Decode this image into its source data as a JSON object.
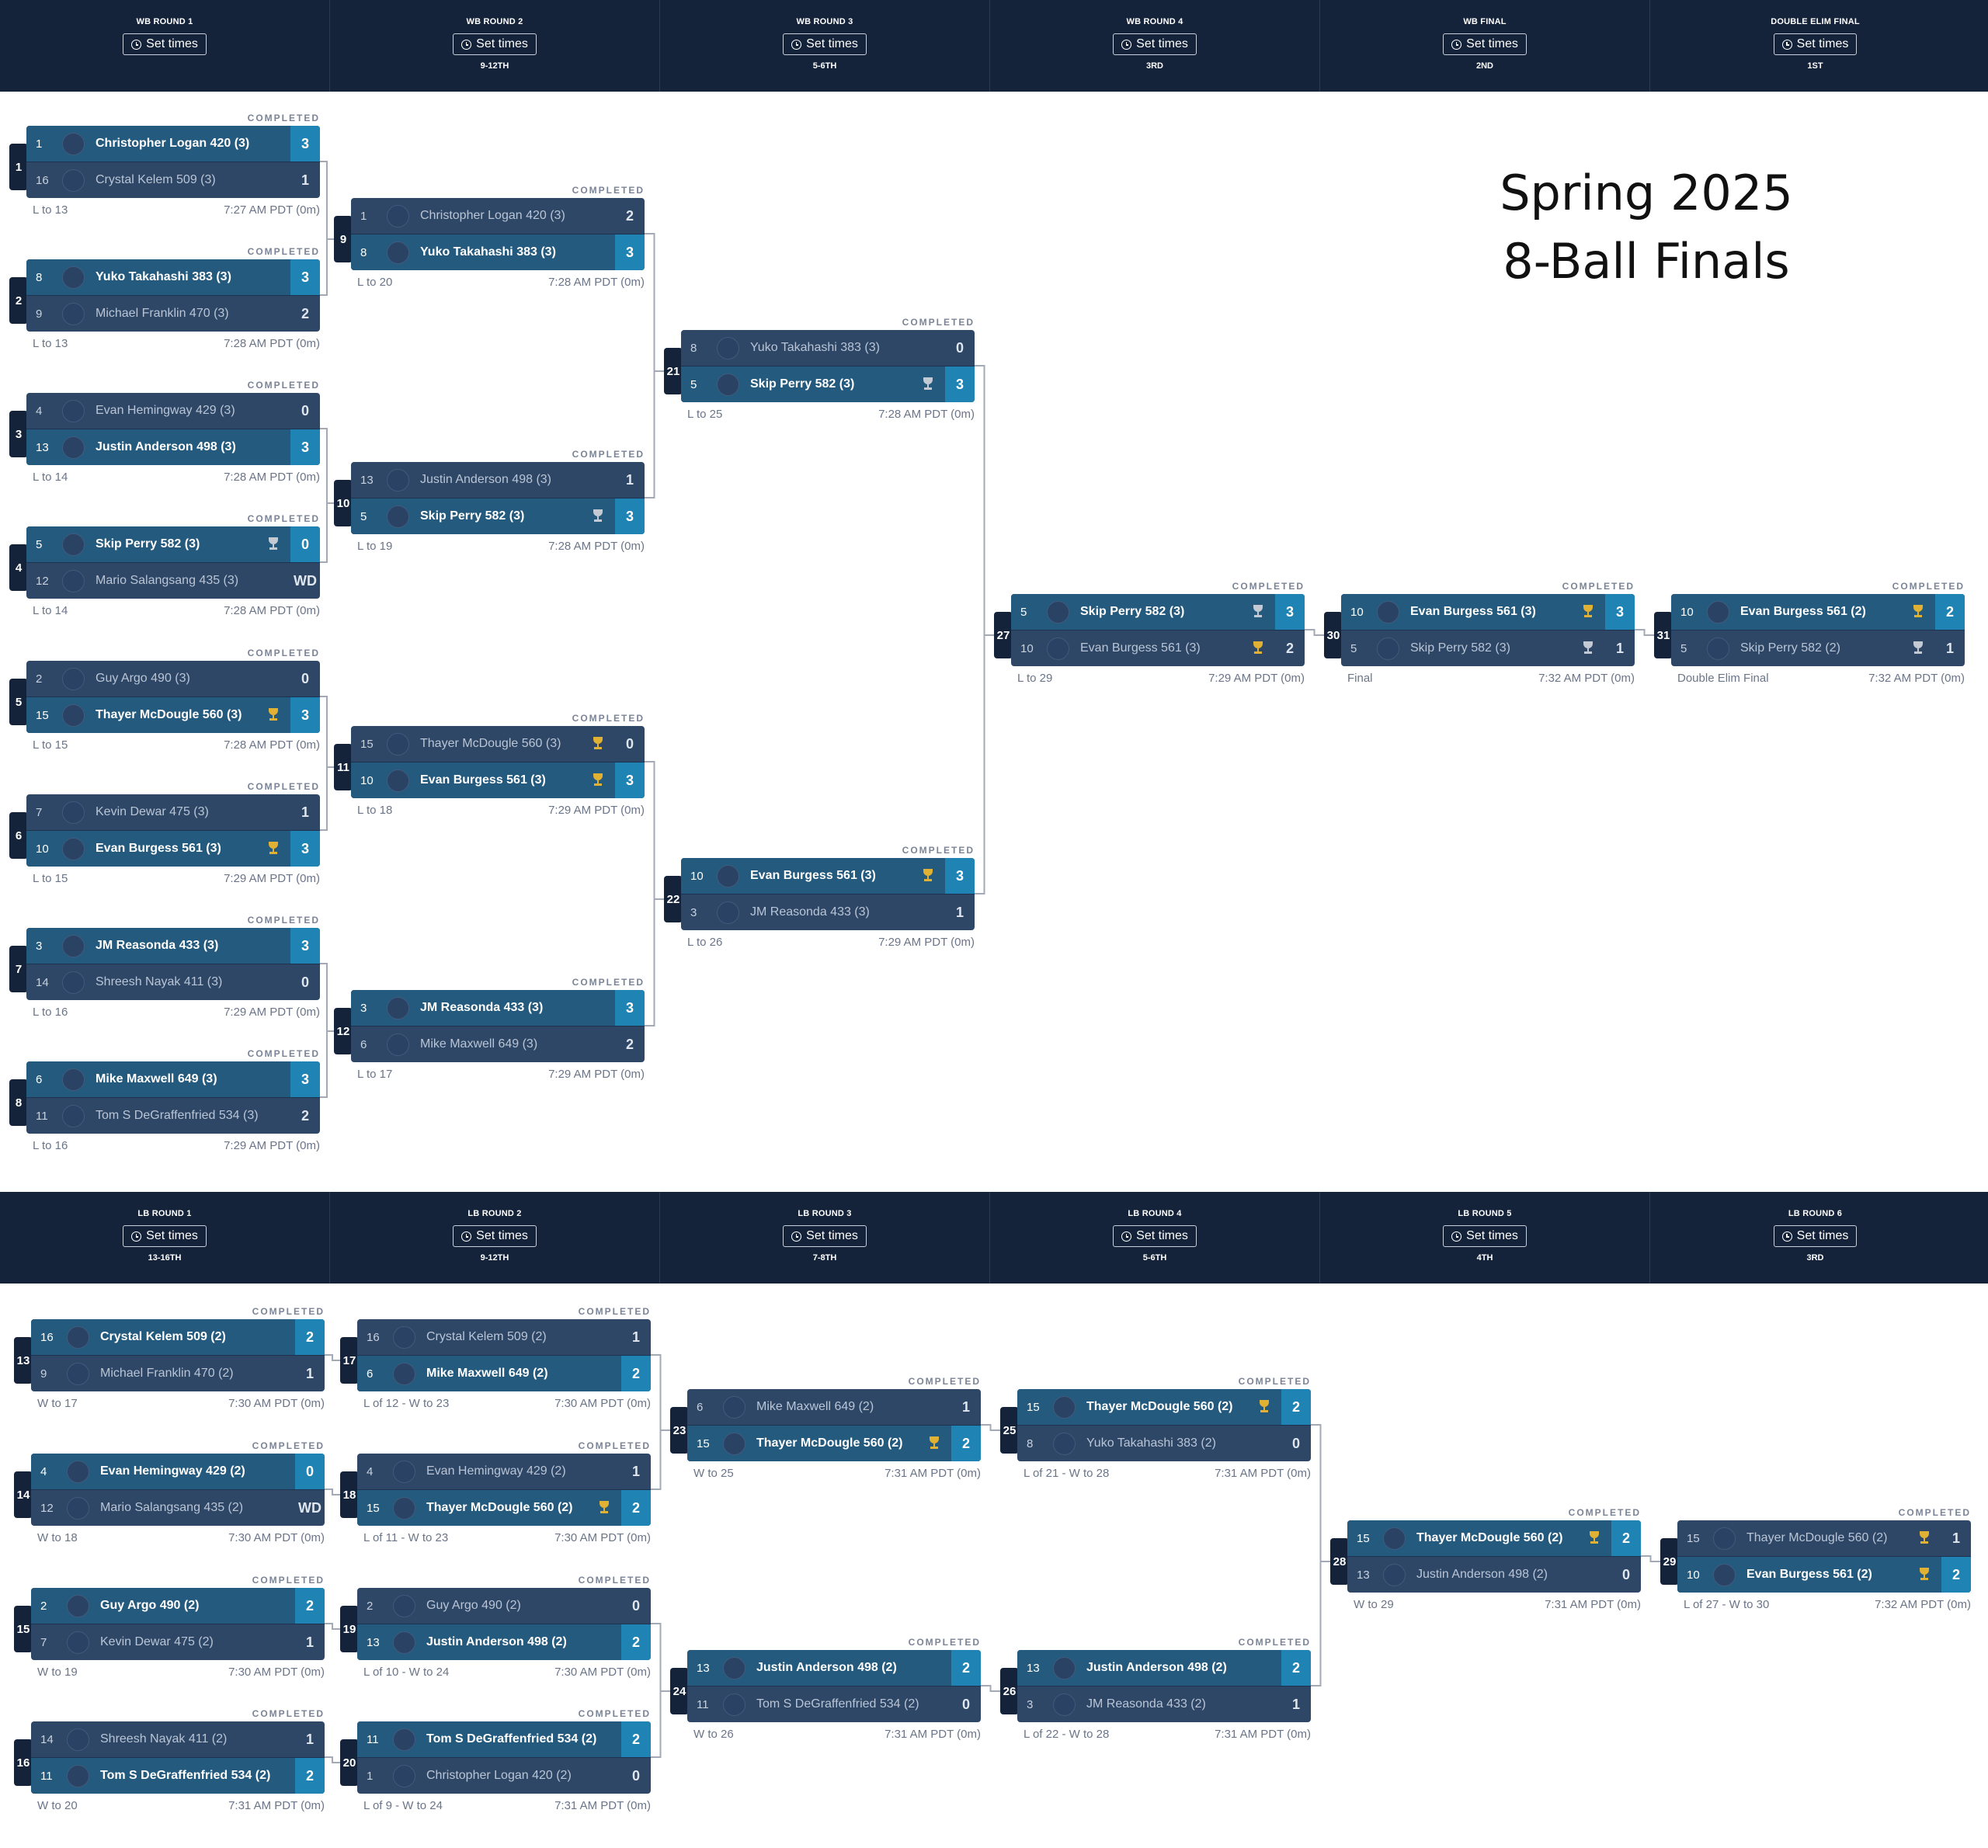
{
  "title": [
    "Spring 2025",
    "8-Ball Finals"
  ],
  "set_times_label": "Set times",
  "completed_label": "COMPLETED",
  "headers": {
    "wb": [
      {
        "name": "WB ROUND 1",
        "place": ""
      },
      {
        "name": "WB ROUND 2",
        "place": "9-12TH"
      },
      {
        "name": "WB ROUND 3",
        "place": "5-6TH"
      },
      {
        "name": "WB ROUND 4",
        "place": "3RD"
      },
      {
        "name": "WB FINAL",
        "place": "2ND"
      },
      {
        "name": "DOUBLE ELIM FINAL",
        "place": "1ST"
      }
    ],
    "lb": [
      {
        "name": "LB ROUND 1",
        "place": "13-16TH"
      },
      {
        "name": "LB ROUND 2",
        "place": "9-12TH"
      },
      {
        "name": "LB ROUND 3",
        "place": "7-8TH"
      },
      {
        "name": "LB ROUND 4",
        "place": "5-6TH"
      },
      {
        "name": "LB ROUND 5",
        "place": "4TH"
      },
      {
        "name": "LB ROUND 6",
        "place": "3RD"
      }
    ]
  },
  "matches": [
    {
      "id": "1",
      "footer": "L to 13",
      "time": "7:27 AM PDT (0m)",
      "players": [
        {
          "seed": "1",
          "name": "Christopher Logan 420 (3)",
          "score": "3",
          "win": true,
          "trophy": ""
        },
        {
          "seed": "16",
          "name": "Crystal Kelem 509 (3)",
          "score": "1",
          "win": false,
          "trophy": ""
        }
      ]
    },
    {
      "id": "2",
      "footer": "L to 13",
      "time": "7:28 AM PDT (0m)",
      "players": [
        {
          "seed": "8",
          "name": "Yuko Takahashi 383 (3)",
          "score": "3",
          "win": true,
          "trophy": ""
        },
        {
          "seed": "9",
          "name": "Michael Franklin 470 (3)",
          "score": "2",
          "win": false,
          "trophy": ""
        }
      ]
    },
    {
      "id": "3",
      "footer": "L to 14",
      "time": "7:28 AM PDT (0m)",
      "players": [
        {
          "seed": "4",
          "name": "Evan Hemingway 429 (3)",
          "score": "0",
          "win": false,
          "trophy": ""
        },
        {
          "seed": "13",
          "name": "Justin Anderson 498 (3)",
          "score": "3",
          "win": true,
          "trophy": ""
        }
      ]
    },
    {
      "id": "4",
      "footer": "L to 14",
      "time": "7:28 AM PDT (0m)",
      "players": [
        {
          "seed": "5",
          "name": "Skip Perry 582 (3)",
          "score": "0",
          "win": true,
          "trophy": "silver"
        },
        {
          "seed": "12",
          "name": "Mario Salangsang 435 (3)",
          "score": "WD",
          "win": false,
          "trophy": ""
        }
      ]
    },
    {
      "id": "5",
      "footer": "L to 15",
      "time": "7:28 AM PDT (0m)",
      "players": [
        {
          "seed": "2",
          "name": "Guy Argo 490 (3)",
          "score": "0",
          "win": false,
          "trophy": ""
        },
        {
          "seed": "15",
          "name": "Thayer McDougle 560 (3)",
          "score": "3",
          "win": true,
          "trophy": "gold"
        }
      ]
    },
    {
      "id": "6",
      "footer": "L to 15",
      "time": "7:29 AM PDT (0m)",
      "players": [
        {
          "seed": "7",
          "name": "Kevin Dewar 475 (3)",
          "score": "1",
          "win": false,
          "trophy": ""
        },
        {
          "seed": "10",
          "name": "Evan Burgess 561 (3)",
          "score": "3",
          "win": true,
          "trophy": "gold"
        }
      ]
    },
    {
      "id": "7",
      "footer": "L to 16",
      "time": "7:29 AM PDT (0m)",
      "players": [
        {
          "seed": "3",
          "name": "JM Reasonda 433 (3)",
          "score": "3",
          "win": true,
          "trophy": ""
        },
        {
          "seed": "14",
          "name": "Shreesh Nayak 411 (3)",
          "score": "0",
          "win": false,
          "trophy": ""
        }
      ]
    },
    {
      "id": "8",
      "footer": "L to 16",
      "time": "7:29 AM PDT (0m)",
      "players": [
        {
          "seed": "6",
          "name": "Mike Maxwell 649 (3)",
          "score": "3",
          "win": true,
          "trophy": ""
        },
        {
          "seed": "11",
          "name": "Tom S DeGraffenfried 534 (3)",
          "score": "2",
          "win": false,
          "trophy": ""
        }
      ]
    },
    {
      "id": "9",
      "footer": "L to 20",
      "time": "7:28 AM PDT (0m)",
      "players": [
        {
          "seed": "1",
          "name": "Christopher Logan 420 (3)",
          "score": "2",
          "win": false,
          "trophy": ""
        },
        {
          "seed": "8",
          "name": "Yuko Takahashi 383 (3)",
          "score": "3",
          "win": true,
          "trophy": ""
        }
      ]
    },
    {
      "id": "10",
      "footer": "L to 19",
      "time": "7:28 AM PDT (0m)",
      "players": [
        {
          "seed": "13",
          "name": "Justin Anderson 498 (3)",
          "score": "1",
          "win": false,
          "trophy": ""
        },
        {
          "seed": "5",
          "name": "Skip Perry 582 (3)",
          "score": "3",
          "win": true,
          "trophy": "silver"
        }
      ]
    },
    {
      "id": "11",
      "footer": "L to 18",
      "time": "7:29 AM PDT (0m)",
      "players": [
        {
          "seed": "15",
          "name": "Thayer McDougle 560 (3)",
          "score": "0",
          "win": false,
          "trophy": "gold"
        },
        {
          "seed": "10",
          "name": "Evan Burgess 561 (3)",
          "score": "3",
          "win": true,
          "trophy": "gold"
        }
      ]
    },
    {
      "id": "12",
      "footer": "L to 17",
      "time": "7:29 AM PDT (0m)",
      "players": [
        {
          "seed": "3",
          "name": "JM Reasonda 433 (3)",
          "score": "3",
          "win": true,
          "trophy": ""
        },
        {
          "seed": "6",
          "name": "Mike Maxwell 649 (3)",
          "score": "2",
          "win": false,
          "trophy": ""
        }
      ]
    },
    {
      "id": "21",
      "footer": "L to 25",
      "time": "7:28 AM PDT (0m)",
      "players": [
        {
          "seed": "8",
          "name": "Yuko Takahashi 383 (3)",
          "score": "0",
          "win": false,
          "trophy": ""
        },
        {
          "seed": "5",
          "name": "Skip Perry 582 (3)",
          "score": "3",
          "win": true,
          "trophy": "silver"
        }
      ]
    },
    {
      "id": "22",
      "footer": "L to 26",
      "time": "7:29 AM PDT (0m)",
      "players": [
        {
          "seed": "10",
          "name": "Evan Burgess 561 (3)",
          "score": "3",
          "win": true,
          "trophy": "gold"
        },
        {
          "seed": "3",
          "name": "JM Reasonda 433 (3)",
          "score": "1",
          "win": false,
          "trophy": ""
        }
      ]
    },
    {
      "id": "27",
      "footer": "L to 29",
      "time": "7:29 AM PDT (0m)",
      "players": [
        {
          "seed": "5",
          "name": "Skip Perry 582 (3)",
          "score": "3",
          "win": true,
          "trophy": "silver"
        },
        {
          "seed": "10",
          "name": "Evan Burgess 561 (3)",
          "score": "2",
          "win": false,
          "trophy": "gold"
        }
      ]
    },
    {
      "id": "30",
      "footer": "Final",
      "time": "7:32 AM PDT (0m)",
      "players": [
        {
          "seed": "10",
          "name": "Evan Burgess 561 (3)",
          "score": "3",
          "win": true,
          "trophy": "gold"
        },
        {
          "seed": "5",
          "name": "Skip Perry 582 (3)",
          "score": "1",
          "win": false,
          "trophy": "silver"
        }
      ]
    },
    {
      "id": "31",
      "footer": "Double Elim Final",
      "time": "7:32 AM PDT (0m)",
      "players": [
        {
          "seed": "10",
          "name": "Evan Burgess 561 (2)",
          "score": "2",
          "win": true,
          "trophy": "gold"
        },
        {
          "seed": "5",
          "name": "Skip Perry 582 (2)",
          "score": "1",
          "win": false,
          "trophy": "silver"
        }
      ]
    },
    {
      "id": "13",
      "footer": "W to 17",
      "time": "7:30 AM PDT (0m)",
      "players": [
        {
          "seed": "16",
          "name": "Crystal Kelem 509 (2)",
          "score": "2",
          "win": true,
          "trophy": ""
        },
        {
          "seed": "9",
          "name": "Michael Franklin 470 (2)",
          "score": "1",
          "win": false,
          "trophy": ""
        }
      ]
    },
    {
      "id": "14",
      "footer": "W to 18",
      "time": "7:30 AM PDT (0m)",
      "players": [
        {
          "seed": "4",
          "name": "Evan Hemingway 429 (2)",
          "score": "0",
          "win": true,
          "trophy": ""
        },
        {
          "seed": "12",
          "name": "Mario Salangsang 435 (2)",
          "score": "WD",
          "win": false,
          "trophy": ""
        }
      ]
    },
    {
      "id": "15",
      "footer": "W to 19",
      "time": "7:30 AM PDT (0m)",
      "players": [
        {
          "seed": "2",
          "name": "Guy Argo 490 (2)",
          "score": "2",
          "win": true,
          "trophy": ""
        },
        {
          "seed": "7",
          "name": "Kevin Dewar 475 (2)",
          "score": "1",
          "win": false,
          "trophy": ""
        }
      ]
    },
    {
      "id": "16",
      "footer": "W to 20",
      "time": "7:31 AM PDT (0m)",
      "players": [
        {
          "seed": "14",
          "name": "Shreesh Nayak 411 (2)",
          "score": "1",
          "win": false,
          "trophy": ""
        },
        {
          "seed": "11",
          "name": "Tom S DeGraffenfried 534 (2)",
          "score": "2",
          "win": true,
          "trophy": ""
        }
      ]
    },
    {
      "id": "17",
      "footer": "L of 12 - W to 23",
      "time": "7:30 AM PDT (0m)",
      "players": [
        {
          "seed": "16",
          "name": "Crystal Kelem 509 (2)",
          "score": "1",
          "win": false,
          "trophy": ""
        },
        {
          "seed": "6",
          "name": "Mike Maxwell 649 (2)",
          "score": "2",
          "win": true,
          "trophy": ""
        }
      ]
    },
    {
      "id": "18",
      "footer": "L of 11 - W to 23",
      "time": "7:30 AM PDT (0m)",
      "players": [
        {
          "seed": "4",
          "name": "Evan Hemingway 429 (2)",
          "score": "1",
          "win": false,
          "trophy": ""
        },
        {
          "seed": "15",
          "name": "Thayer McDougle 560 (2)",
          "score": "2",
          "win": true,
          "trophy": "gold"
        }
      ]
    },
    {
      "id": "19",
      "footer": "L of 10 - W to 24",
      "time": "7:30 AM PDT (0m)",
      "players": [
        {
          "seed": "2",
          "name": "Guy Argo 490 (2)",
          "score": "0",
          "win": false,
          "trophy": ""
        },
        {
          "seed": "13",
          "name": "Justin Anderson 498 (2)",
          "score": "2",
          "win": true,
          "trophy": ""
        }
      ]
    },
    {
      "id": "20",
      "footer": "L of 9 - W to 24",
      "time": "7:31 AM PDT (0m)",
      "players": [
        {
          "seed": "11",
          "name": "Tom S DeGraffenfried 534 (2)",
          "score": "2",
          "win": true,
          "trophy": ""
        },
        {
          "seed": "1",
          "name": "Christopher Logan 420 (2)",
          "score": "0",
          "win": false,
          "trophy": ""
        }
      ]
    },
    {
      "id": "23",
      "footer": "W to 25",
      "time": "7:31 AM PDT (0m)",
      "players": [
        {
          "seed": "6",
          "name": "Mike Maxwell 649 (2)",
          "score": "1",
          "win": false,
          "trophy": ""
        },
        {
          "seed": "15",
          "name": "Thayer McDougle 560 (2)",
          "score": "2",
          "win": true,
          "trophy": "gold"
        }
      ]
    },
    {
      "id": "24",
      "footer": "W to 26",
      "time": "7:31 AM PDT (0m)",
      "players": [
        {
          "seed": "13",
          "name": "Justin Anderson 498 (2)",
          "score": "2",
          "win": true,
          "trophy": ""
        },
        {
          "seed": "11",
          "name": "Tom S DeGraffenfried 534 (2)",
          "score": "0",
          "win": false,
          "trophy": ""
        }
      ]
    },
    {
      "id": "25",
      "footer": "L of 21 - W to 28",
      "time": "7:31 AM PDT (0m)",
      "players": [
        {
          "seed": "15",
          "name": "Thayer McDougle 560 (2)",
          "score": "2",
          "win": true,
          "trophy": "gold"
        },
        {
          "seed": "8",
          "name": "Yuko Takahashi 383 (2)",
          "score": "0",
          "win": false,
          "trophy": ""
        }
      ]
    },
    {
      "id": "26",
      "footer": "L of 22 - W to 28",
      "time": "7:31 AM PDT (0m)",
      "players": [
        {
          "seed": "13",
          "name": "Justin Anderson 498 (2)",
          "score": "2",
          "win": true,
          "trophy": ""
        },
        {
          "seed": "3",
          "name": "JM Reasonda 433 (2)",
          "score": "1",
          "win": false,
          "trophy": ""
        }
      ]
    },
    {
      "id": "28",
      "footer": "W to 29",
      "time": "7:31 AM PDT (0m)",
      "players": [
        {
          "seed": "15",
          "name": "Thayer McDougle 560 (2)",
          "score": "2",
          "win": true,
          "trophy": "gold"
        },
        {
          "seed": "13",
          "name": "Justin Anderson 498 (2)",
          "score": "0",
          "win": false,
          "trophy": ""
        }
      ]
    },
    {
      "id": "29",
      "footer": "L of 27 - W to 30",
      "time": "7:32 AM PDT (0m)",
      "players": [
        {
          "seed": "15",
          "name": "Thayer McDougle 560 (2)",
          "score": "1",
          "win": false,
          "trophy": "gold"
        },
        {
          "seed": "10",
          "name": "Evan Burgess 561 (2)",
          "score": "2",
          "win": true,
          "trophy": "gold"
        }
      ]
    }
  ],
  "colors": {
    "header_bg": "#15233a",
    "card": "#2e4766",
    "winner_row": "#245a7d",
    "winner_score": "#1f84b3",
    "gold_trophy": "#e0b132",
    "silver_trophy": "#c4cad3"
  }
}
